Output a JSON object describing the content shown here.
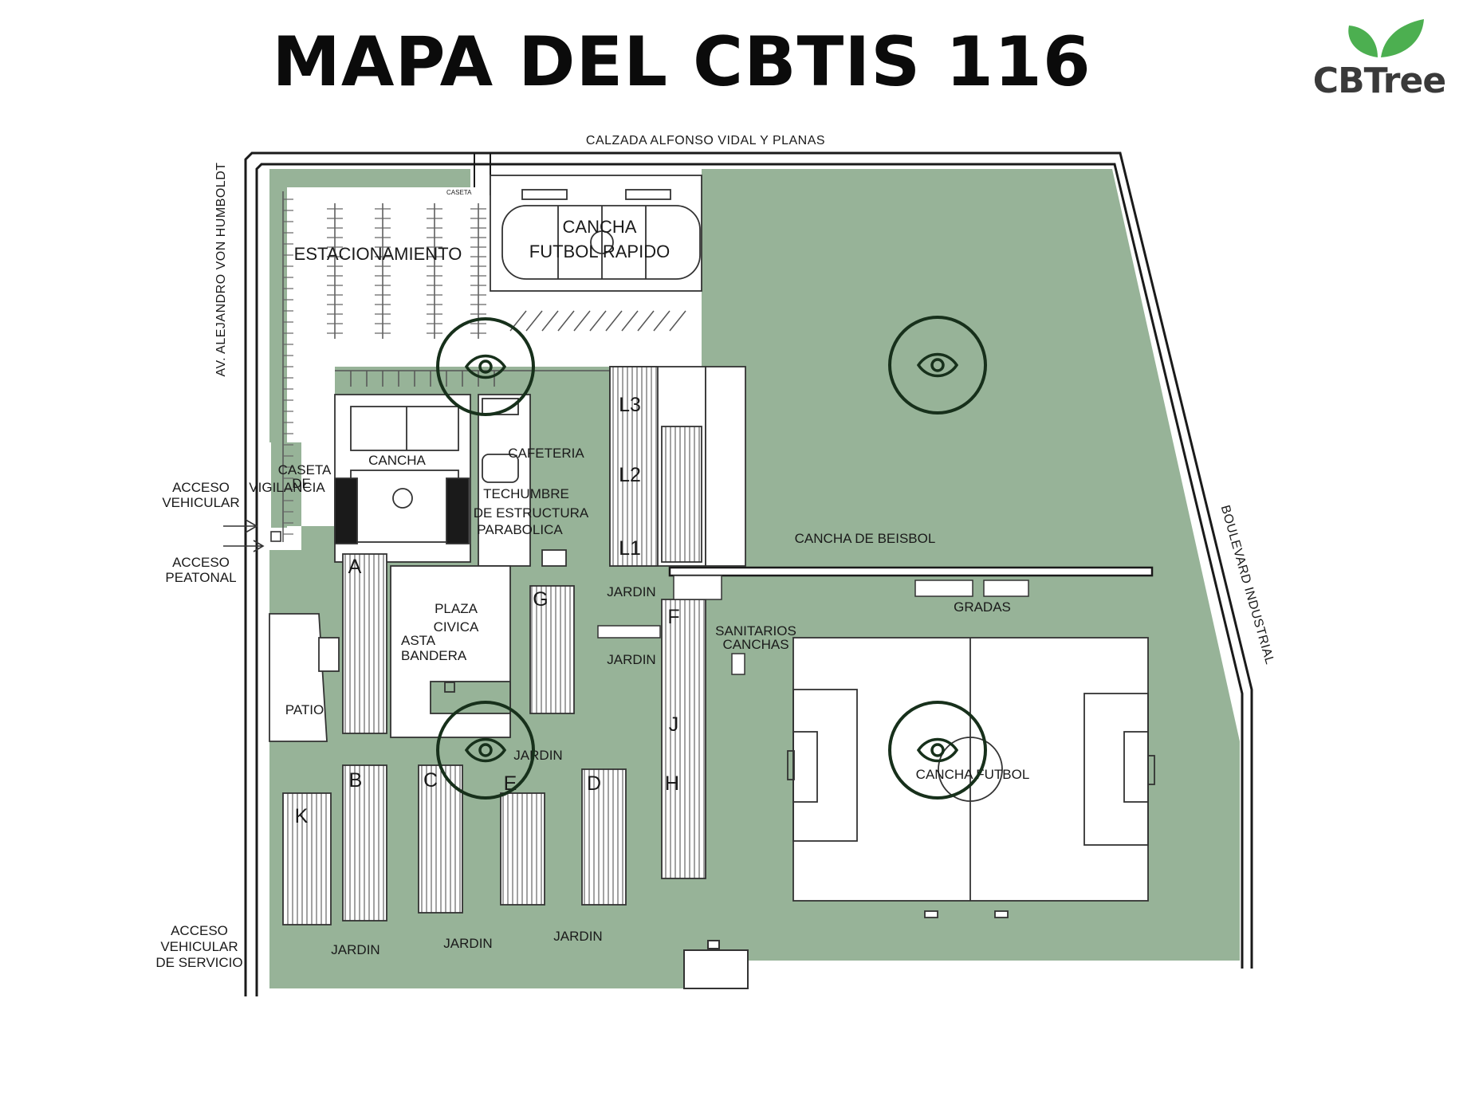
{
  "header": {
    "title": "MAPA DEL CBTIS 116",
    "logo_text": "CBTree"
  },
  "colors": {
    "green": "#97b398",
    "logo_green": "#4caf50",
    "dark_green": "#17301b",
    "outline": "#1a1a1a"
  },
  "streets": {
    "top": "CALZADA ALFONSO VIDAL Y PLANAS",
    "left": "AV. ALEJANDRO VON HUMBOLDT",
    "right": "BOULEVARD INDUSTRIAL"
  },
  "access": {
    "vehicular": [
      "ACCESO",
      "VEHICULAR"
    ],
    "peatonal": [
      "ACCESO",
      "PEATONAL"
    ],
    "servicio": [
      "ACCESO",
      "VEHICULAR",
      "DE SERVICIO"
    ]
  },
  "places": {
    "caseta_small": "CASETA",
    "estacionamiento": "ESTACIONAMIENTO",
    "cancha_futbol_rapido": [
      "CANCHA",
      "FUTBOL RAPIDO"
    ],
    "cancha": "CANCHA",
    "caseta_vigilancia": [
      "CASETA",
      "DE",
      "VIGILANCIA"
    ],
    "cafeteria": "CAFETERIA",
    "techumbre": [
      "TECHUMBRE",
      "DE ESTRUCTURA",
      "PARABOLICA"
    ],
    "cancha_beisbol": "CANCHA DE BEISBOL",
    "gradas": "GRADAS",
    "plaza_civica": [
      "PLAZA",
      "CIVICA"
    ],
    "asta_bandera": [
      "ASTA",
      "BANDERA"
    ],
    "jardin": "JARDIN",
    "sanitarios": [
      "SANITARIOS",
      "CANCHAS"
    ],
    "patio": "PATIO",
    "cancha_futbol": "CANCHA FUTBOL"
  },
  "buildings": [
    "A",
    "B",
    "C",
    "D",
    "E",
    "F",
    "G",
    "H",
    "J",
    "K",
    "L1",
    "L2",
    "L3"
  ],
  "viewpoints": [
    {
      "name": "viewpoint-estacionamiento",
      "icon": "eye-icon"
    },
    {
      "name": "viewpoint-beisbol",
      "icon": "eye-icon"
    },
    {
      "name": "viewpoint-plaza",
      "icon": "eye-icon"
    },
    {
      "name": "viewpoint-futbol",
      "icon": "eye-icon"
    }
  ]
}
